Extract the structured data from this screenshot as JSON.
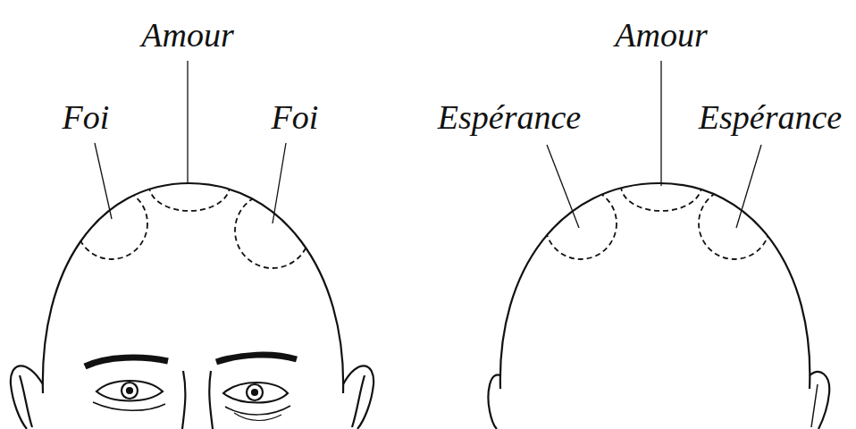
{
  "diagram": {
    "labels": [
      "Amour",
      "Foi",
      "Foi",
      "Amour",
      "Espérance",
      "Espérance"
    ]
  }
}
